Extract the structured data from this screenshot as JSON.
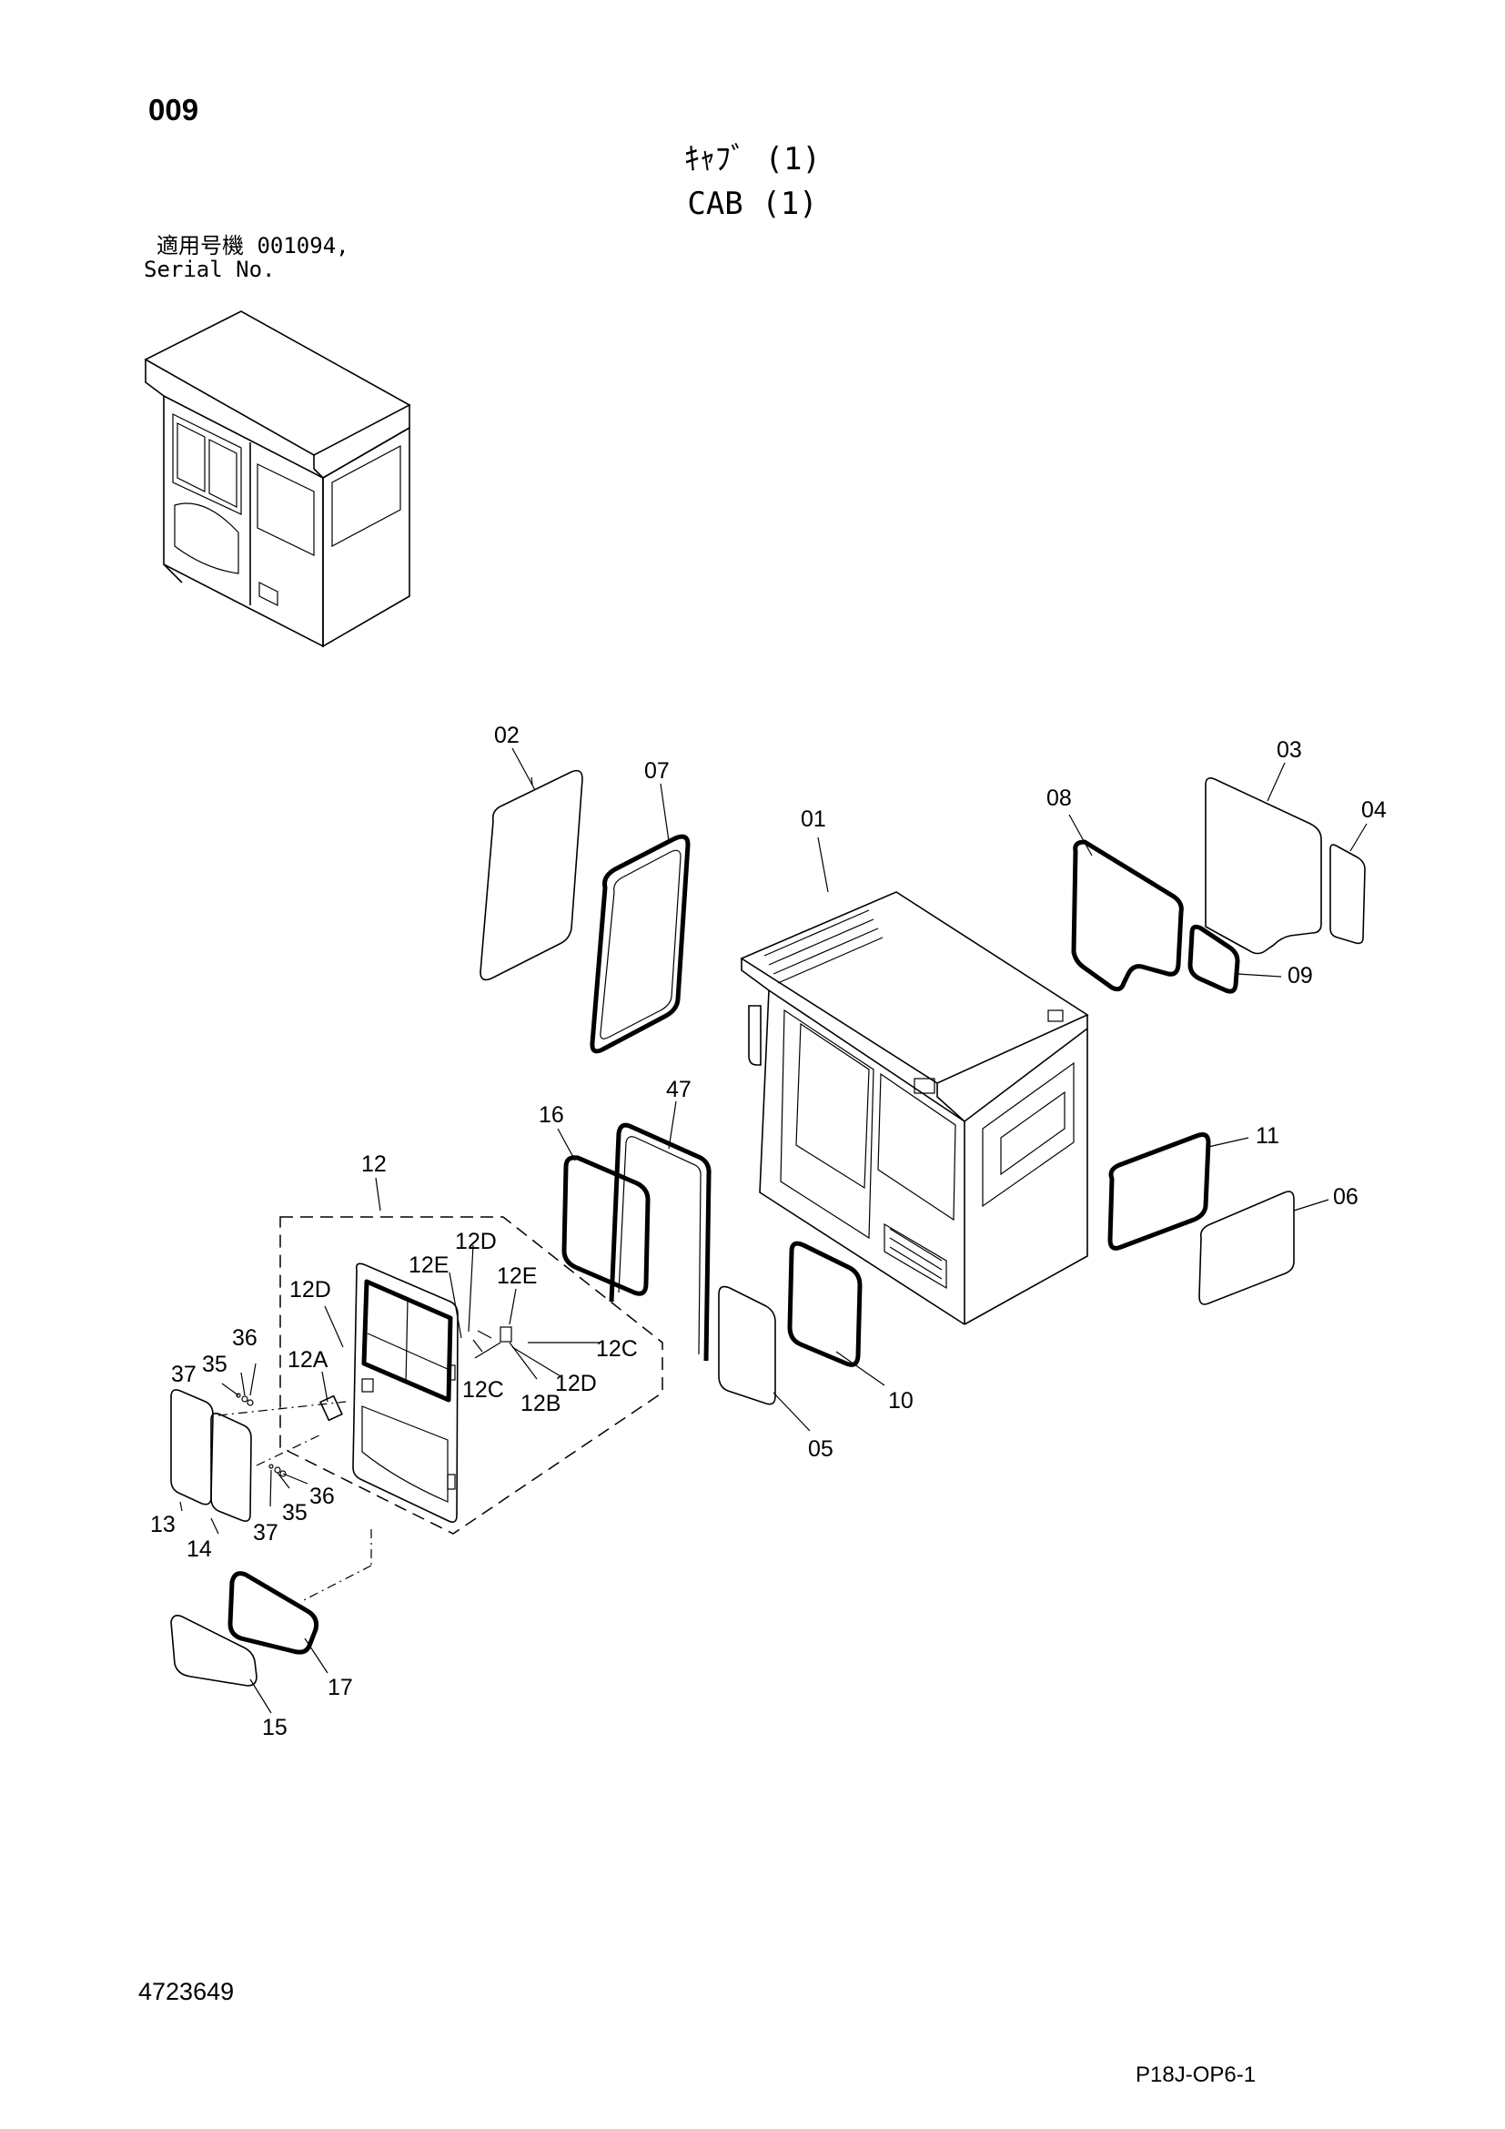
{
  "header": {
    "page_number": "009",
    "title_jp": "ｷｬﾌﾞ (1)",
    "title_en": "CAB (1)",
    "serial_label_jp": "適用号機 001094,",
    "serial_label_en": "Serial No."
  },
  "callouts": [
    {
      "id": "c01",
      "label": "01"
    },
    {
      "id": "c02",
      "label": "02"
    },
    {
      "id": "c03",
      "label": "03"
    },
    {
      "id": "c04",
      "label": "04"
    },
    {
      "id": "c05",
      "label": "05"
    },
    {
      "id": "c06",
      "label": "06"
    },
    {
      "id": "c07",
      "label": "07"
    },
    {
      "id": "c08",
      "label": "08"
    },
    {
      "id": "c09",
      "label": "09"
    },
    {
      "id": "c10",
      "label": "10"
    },
    {
      "id": "c11",
      "label": "11"
    },
    {
      "id": "c12",
      "label": "12"
    },
    {
      "id": "c12A",
      "label": "12A"
    },
    {
      "id": "c12B",
      "label": "12B"
    },
    {
      "id": "c12C1",
      "label": "12C"
    },
    {
      "id": "c12C2",
      "label": "12C"
    },
    {
      "id": "c12D1",
      "label": "12D"
    },
    {
      "id": "c12D2",
      "label": "12D"
    },
    {
      "id": "c12D3",
      "label": "12D"
    },
    {
      "id": "c12E1",
      "label": "12E"
    },
    {
      "id": "c12E2",
      "label": "12E"
    },
    {
      "id": "c13",
      "label": "13"
    },
    {
      "id": "c14",
      "label": "14"
    },
    {
      "id": "c15",
      "label": "15"
    },
    {
      "id": "c16",
      "label": "16"
    },
    {
      "id": "c17",
      "label": "17"
    },
    {
      "id": "c35a",
      "label": "35"
    },
    {
      "id": "c35b",
      "label": "35"
    },
    {
      "id": "c36a",
      "label": "36"
    },
    {
      "id": "c36b",
      "label": "36"
    },
    {
      "id": "c37a",
      "label": "37"
    },
    {
      "id": "c37b",
      "label": "37"
    },
    {
      "id": "c47",
      "label": "47"
    }
  ],
  "footer": {
    "drawing_number": "4723649",
    "sheet_code": "P18J-OP6-1"
  }
}
